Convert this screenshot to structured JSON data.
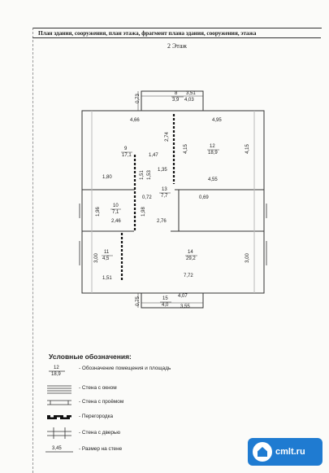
{
  "header": {
    "title": "План здания, сооружения, план этажа, фрагмент плана здания, сооружения, этажа",
    "floor_label": "2 Этаж"
  },
  "rooms": [
    {
      "number": "8",
      "area": "3,9"
    },
    {
      "number": "9",
      "area": "17,1"
    },
    {
      "number": "10",
      "area": "7,1"
    },
    {
      "number": "11",
      "area": "4,5"
    },
    {
      "number": "12",
      "area": "18,9"
    },
    {
      "number": "13",
      "area": "7,7"
    },
    {
      "number": "14",
      "area": "29,2"
    },
    {
      "number": "15",
      "area": "4,0"
    }
  ],
  "dimensions": {
    "d073": "0,73",
    "d351": "3,51",
    "d403": "4,03",
    "d466": "4,66",
    "d274": "2,74",
    "d495": "4,95",
    "d415a": "4,15",
    "d415b": "4,15",
    "d147": "1,47",
    "d180": "1,80",
    "d151": "1,51",
    "d135": "1,35",
    "d153": "1,53",
    "d455": "4,55",
    "d072": "0,72",
    "d069": "0,69",
    "d196": "1,96",
    "d198": "1,98",
    "d246": "2,46",
    "d276": "2,76",
    "d300a": "3,00",
    "d300b": "3,00",
    "d772": "7,72",
    "d151b": "1,51",
    "d075": "0,75",
    "d407": "4,07",
    "d355": "3,55"
  },
  "legend": {
    "title": "Условные обозначения:",
    "sample_number": "12",
    "sample_area": "18,9",
    "sample_dim": "3,45",
    "items": [
      "- Обозначение помещения и площадь",
      "- Стена с окном",
      "- Стена с проёмом",
      "- Перегородка",
      "- Стена с дверью",
      "- Размер на стене"
    ]
  },
  "watermark": {
    "text": "cmlt.ru"
  },
  "colors": {
    "line": "#333333",
    "accent": "#1f7bd1"
  }
}
